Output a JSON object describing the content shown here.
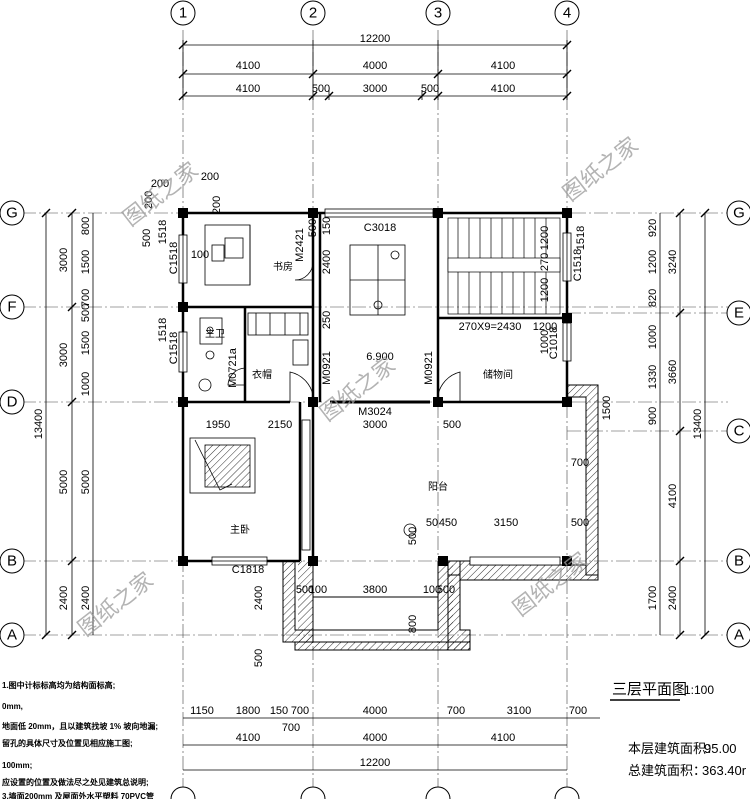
{
  "drawing": {
    "title": "三层平面图",
    "scale": "1:100",
    "area_this_floor_label": "本层建筑面积：",
    "area_this_floor_value": "95.00",
    "area_total_label": "总建筑面积：",
    "area_total_value": "363.40r"
  },
  "axes": {
    "vertical": [
      "1",
      "2",
      "3",
      "4"
    ],
    "horizontal_left": [
      "G",
      "F",
      "D",
      "B",
      "A"
    ],
    "horizontal_right": [
      "G",
      "E",
      "C",
      "B",
      "A"
    ]
  },
  "dims": {
    "top_total": "12200",
    "top_row1": [
      "4100",
      "4000",
      "4100"
    ],
    "top_row2": [
      "4100",
      "500",
      "3000",
      "500",
      "4100"
    ],
    "bottom_row1": [
      "1150",
      "1800",
      "150",
      "700",
      "4000",
      "700",
      "3100",
      "700"
    ],
    "bottom_row1b": [
      "700"
    ],
    "bottom_row2": [
      "4100",
      "4000",
      "4100"
    ],
    "bottom_total": "12200",
    "left_total": "13400",
    "left_outer": [
      "3000",
      "3000",
      "5000",
      "2400"
    ],
    "left_inner": [
      "800",
      "1500",
      "700",
      "500",
      "1500",
      "1000",
      "5000",
      "2400"
    ],
    "right_total": "13400",
    "right_outer": [
      "3240",
      "3660",
      "4100",
      "2400"
    ],
    "right_inner": [
      "920",
      "1200",
      "820",
      "1000",
      "1330",
      "900",
      "1500",
      "1700"
    ],
    "interior": [
      "200",
      "200",
      "200",
      "200",
      "100",
      "500",
      "1518",
      "1518",
      "1518",
      "2400",
      "150",
      "250",
      "1200",
      "270",
      "1200",
      "1200",
      "1000",
      "1950",
      "2150",
      "3000",
      "500",
      "700",
      "500",
      "50",
      "450",
      "3150",
      "500",
      "2400",
      "500",
      "100",
      "3800",
      "100",
      "500",
      "800",
      "500",
      "500"
    ]
  },
  "labels": {
    "window_c3018": "C3018",
    "door_m2421": "M2421",
    "study": "书房",
    "bath": "主卫",
    "door_m0721a": "M0721a",
    "closet": "衣帽",
    "door_m0921_left": "M0921",
    "door_m0921_right": "M0921",
    "elevation": "6.900",
    "storage": "储物间",
    "stair_dim": "270X9=2430",
    "window_c1018": "C1018",
    "door_m3024": "M3024",
    "balcony": "阳台",
    "master_bed": "主卧",
    "window_c1818": "C1818",
    "window_c1518_a": "C1518",
    "window_c1518_b": "C1518",
    "window_c1518_c": "C1518"
  },
  "notes": [
    "1.图中计标标高均为结构面标高;",
    "0mm,",
    "地面低 20mm，且以建筑找坡 1% 坡向地漏;",
    "留孔的具体尺寸及位置见相应施工图;",
    "100mm;",
    "应设置的位置及做法尽之处见建筑总说明;",
    "3.墙面200mm 及屋面外水平塑料 70PVC管"
  ],
  "watermark": "图纸之家"
}
